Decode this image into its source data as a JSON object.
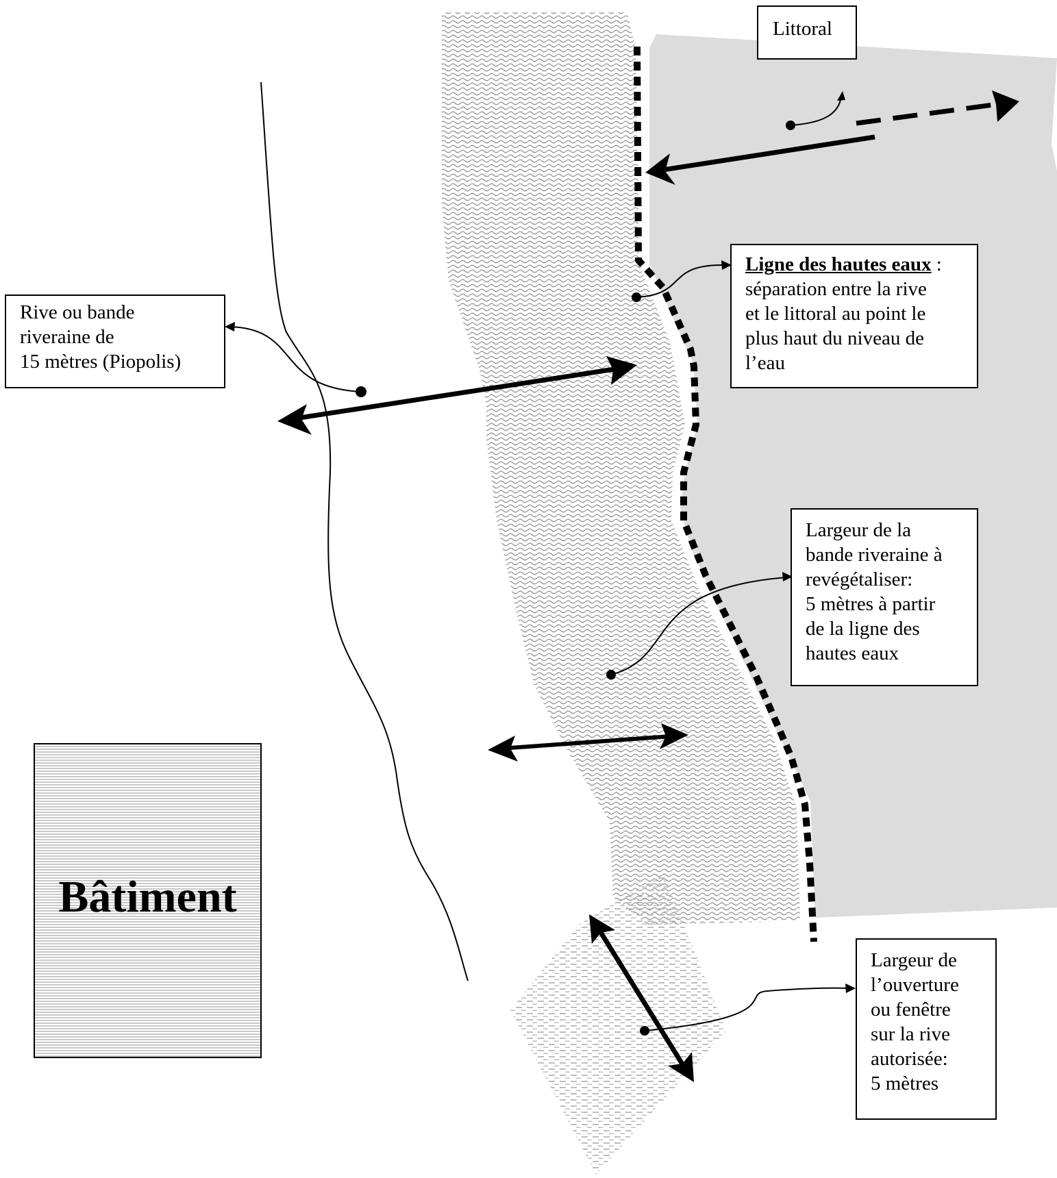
{
  "labels": {
    "littoral": "Littoral",
    "rive": [
      "Rive ou bande",
      "riveraine de",
      "15 mètres (Piopolis)"
    ],
    "ligne_heading": "Ligne des hautes eaux",
    "ligne_colon": " :",
    "ligne_body": [
      "séparation entre la rive",
      "et le littoral au point le",
      "plus haut du niveau de",
      "l’eau"
    ],
    "largeur_bande": [
      "Largeur de la",
      "bande riveraine à",
      "revégétaliser:",
      "5 mètres à partir",
      "de la ligne des",
      "hautes eaux"
    ],
    "largeur_ouverture": [
      "Largeur de",
      "l’ouverture",
      "ou fenêtre",
      "sur la rive",
      "autorisée:",
      "5 mètres"
    ],
    "batiment": "Bâtiment"
  },
  "colors": {
    "water": "#dcdcdc",
    "band_texture": "#9a9a9a",
    "opening_texture": "#bdbdbd",
    "line": "#000000"
  }
}
